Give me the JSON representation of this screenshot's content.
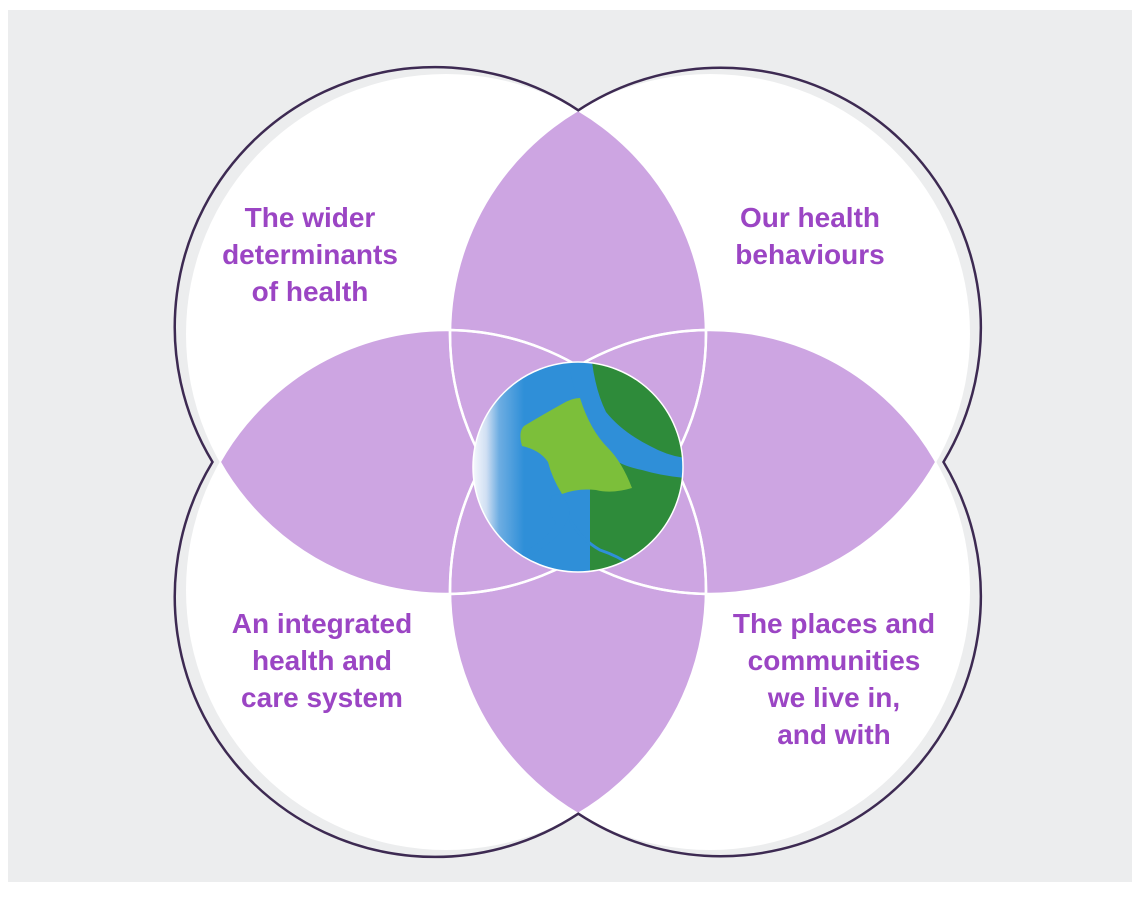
{
  "diagram": {
    "labels": {
      "top_left": "The wider\ndeterminants\nof health",
      "top_right": "Our health\nbehaviours",
      "bottom_left": "An integrated\nhealth and\ncare system",
      "bottom_right": "The places and\ncommunities\nwe live in,\nand with"
    },
    "colors": {
      "background": "#ecedee",
      "circle_fill": "#ffffff",
      "circle_outline": "#3d2a52",
      "overlap_fill": "#cda5e2",
      "label_text": "#9b45c4",
      "globe_land_light": "#7cbf3a",
      "globe_land_dark": "#2e8b3a",
      "globe_water": "#2f8fd8"
    },
    "center_icon": "globe-map-icon"
  }
}
